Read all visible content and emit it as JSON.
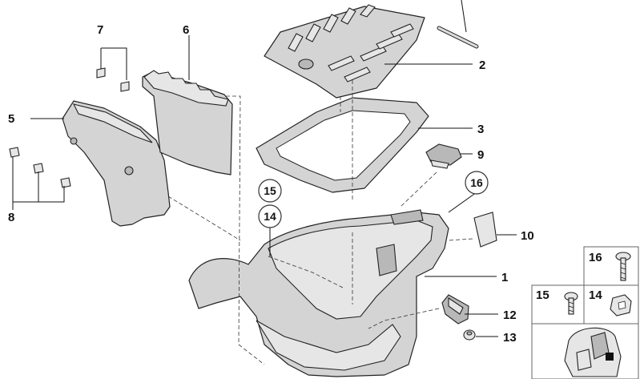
{
  "callouts": {
    "c1": "1",
    "c2": "2",
    "c3": "3",
    "c5": "5",
    "c6": "6",
    "c7": "7",
    "c8": "8",
    "c9": "9",
    "c10": "10",
    "c12": "12",
    "c13": "13",
    "c14": "14",
    "c15": "15",
    "c16": "16"
  },
  "inset": {
    "label16": "16",
    "label15": "15",
    "label14": "14"
  }
}
